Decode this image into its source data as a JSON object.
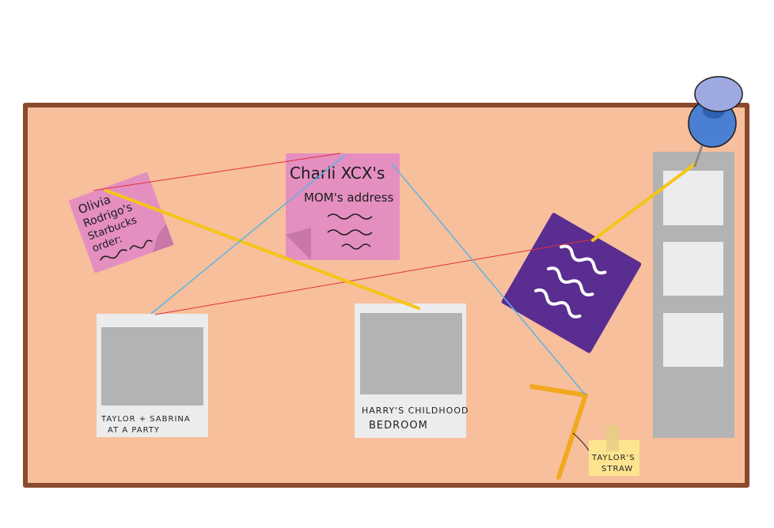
{
  "board": {
    "frame_color": "#8a4a2e",
    "surface_color": "#f7bf9c"
  },
  "notes": {
    "olivia": {
      "lines": [
        "Olivia",
        "Rodrigo's",
        "Starbucks",
        "order:"
      ],
      "color": "#e48fc0"
    },
    "charli": {
      "line1": "Charli XCX's",
      "line2": "MOM's address",
      "color": "#e48fc0"
    },
    "purple": {
      "color": "#5a2d91",
      "scribble_color": "#ffffff"
    }
  },
  "photos": {
    "party": {
      "caption_line1": "TAYLOR + SABRINA",
      "caption_line2": "AT A PARTY"
    },
    "harry": {
      "caption_line1": "HARRY'S CHILDHOOD",
      "caption_line2": "BEDROOM"
    }
  },
  "straw": {
    "label_line1": "TAYLOR'S",
    "label_line2": "STRAW",
    "color": "#f2a81f"
  },
  "strings": {
    "red": "#e0303a",
    "yellow": "#f5c518",
    "blue": "#5ab4e6"
  },
  "pin": {
    "icon": "pushpin-icon",
    "color": "#4a7fd1"
  }
}
